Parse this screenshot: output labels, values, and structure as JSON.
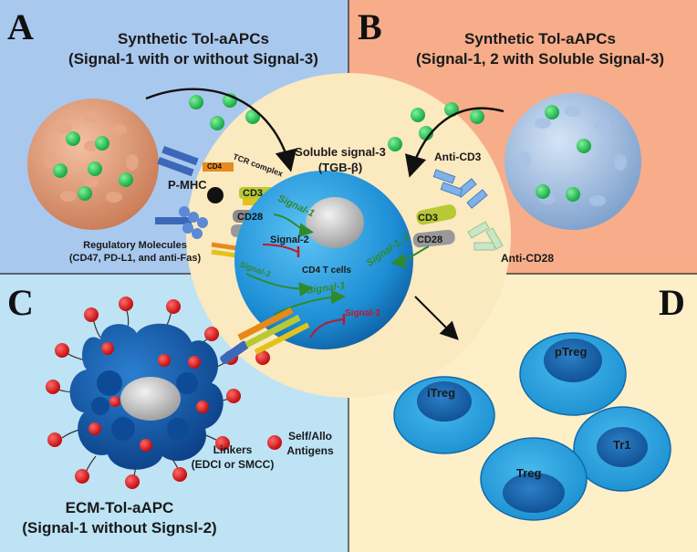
{
  "panels": {
    "a": {
      "letter": "A",
      "title_line1": "Synthetic Tol-aAPCs",
      "title_line2": "(Signal-1 with or without Signal-3)"
    },
    "b": {
      "letter": "B",
      "title_line1": "Synthetic Tol-aAPCs",
      "title_line2": "(Signal-1, 2 with Soluble Signal-3)"
    },
    "c": {
      "letter": "C",
      "title_line1": "ECM-Tol-aAPC",
      "title_line2": "(Signal-1  without Signsl-2)"
    },
    "d": {
      "letter": "D"
    }
  },
  "center": {
    "soluble_line1": "Soluble signal-3",
    "soluble_line2": "(TGB-β)",
    "cell_label": "CD4 T cells",
    "signal1_a": "Signal-1",
    "signal2_a": "Signal-2",
    "signal3_a": "Signal-3",
    "signal1_c": "Signal-1",
    "signal2_c": "Signal-2",
    "signal12_b": "Signal-1, 2"
  },
  "receptors": {
    "cd4": "CD4",
    "tcr_complex": "TCR complex",
    "cd3_left": "CD3",
    "cd28_left": "CD28",
    "cd3_right": "CD3",
    "cd28_right": "CD28",
    "pmhc": "P-MHC"
  },
  "panel_a_labels": {
    "reg_line1": "Regulatory Molecules",
    "reg_line2": "(CD47, PD-L1, and anti-Fas)"
  },
  "panel_b_labels": {
    "anti_cd3": "Anti-CD3",
    "anti_cd28": "Anti-CD28"
  },
  "panel_c_labels": {
    "linkers_line1": "Linkers",
    "linkers_line2": "(EDCI or SMCC)",
    "antigens_line1": "Self/Allo",
    "antigens_line2": "Antigens"
  },
  "panel_d_cells": [
    "pTreg",
    "iTreg",
    "Tr1",
    "Treg"
  ],
  "colors": {
    "panel_a_bg": "#a9c8ee",
    "panel_b_bg": "#f7ad8a",
    "panel_c_bg": "#bde3f5",
    "panel_d_bg": "#fdefc7",
    "center_bg": "#fbe9c0",
    "tcell": "#1e8fd6",
    "signal_green": "#2e8a2e",
    "signal_red": "#c0182a",
    "treg_cell": "#29a8e6"
  }
}
